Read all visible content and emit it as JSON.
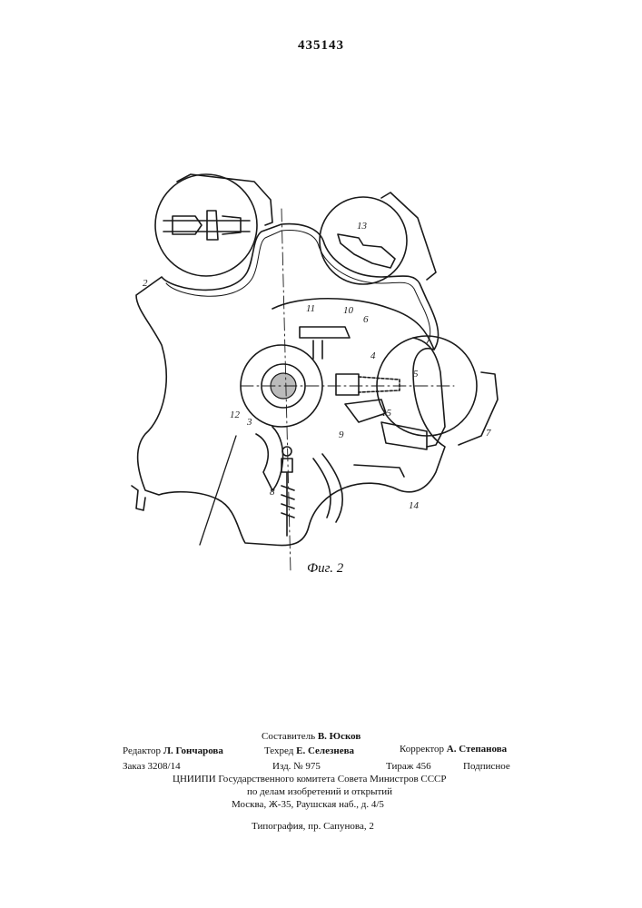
{
  "patent_number": "435143",
  "figure": {
    "caption": "Фиг. 2",
    "refs": {
      "r2": "2",
      "r3": "3",
      "r4": "4",
      "r5": "5",
      "r6": "6",
      "r7": "7",
      "r8": "8",
      "r9": "9",
      "r10": "10",
      "r11": "11",
      "r12": "12",
      "r13": "13",
      "r14": "14",
      "r15": "15"
    }
  },
  "footer": {
    "compiler_label": "Составитель",
    "compiler_name": "В. Юсков",
    "editor_label": "Редактор",
    "editor_name": "Л. Гончарова",
    "techred_label": "Техред",
    "techred_name": "Е. Селезнева",
    "corrector_label": "Корректор",
    "corrector_name": "А. Степанова",
    "order": "Заказ 3208/14",
    "edition": "Изд. № 975",
    "circulation": "Тираж 456",
    "subscription": "Подписное",
    "org_line1": "ЦНИИПИ Государственного комитета Совета Министров СССР",
    "org_line2": "по делам изобретений и открытий",
    "address": "Москва, Ж-35, Раушская наб., д. 4/5",
    "printer": "Типография, пр. Сапунова, 2"
  }
}
